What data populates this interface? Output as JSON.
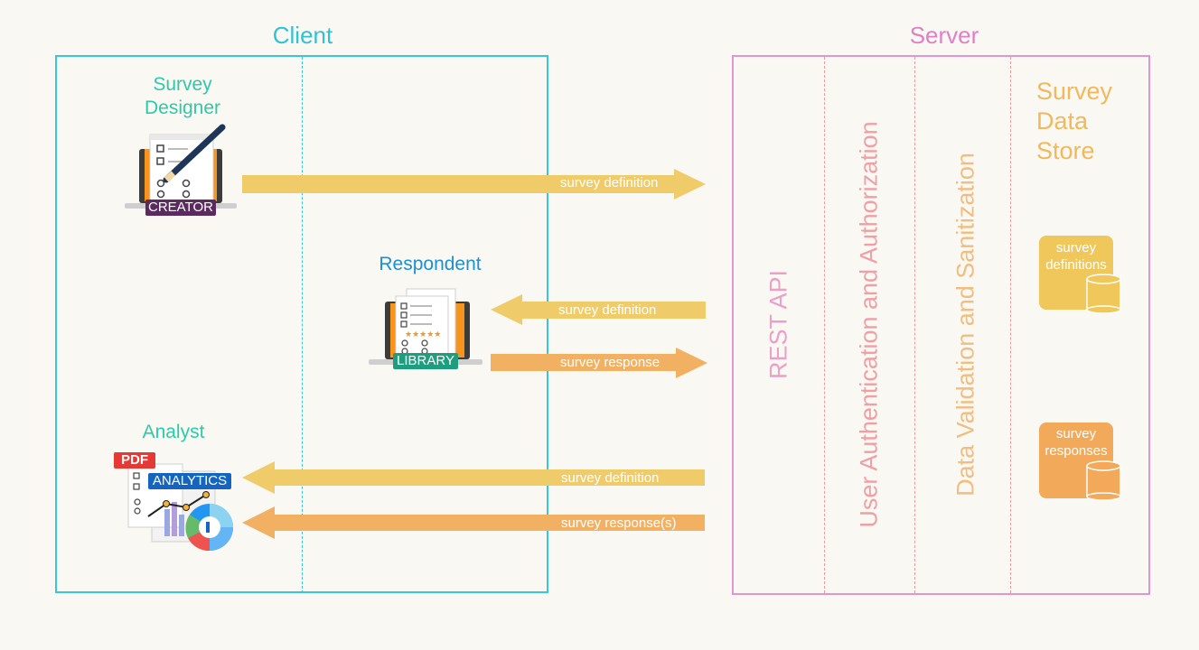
{
  "client": {
    "title": "Client"
  },
  "server": {
    "title": "Server"
  },
  "actors": {
    "designer": {
      "label_line1": "Survey",
      "label_line2": "Designer",
      "badge": "CREATOR"
    },
    "respondent": {
      "label": "Respondent",
      "badge": "LIBRARY"
    },
    "analyst": {
      "label": "Analyst",
      "badge_pdf": "PDF",
      "badge_analytics": "ANALYTICS"
    }
  },
  "flows": [
    {
      "label": "survey definition",
      "direction": "to-server",
      "color": "#efcb6a"
    },
    {
      "label": "survey definition",
      "direction": "to-client",
      "color": "#efcb6a"
    },
    {
      "label": "survey response",
      "direction": "to-server",
      "color": "#f2b063"
    },
    {
      "label": "survey definition",
      "direction": "to-client",
      "color": "#efcb6a"
    },
    {
      "label": "survey response(s)",
      "direction": "to-client",
      "color": "#f2b063"
    }
  ],
  "layers": {
    "rest_api": "REST API",
    "auth": "User Authentication and Authorization",
    "validation": "Data Validation and Sanitization",
    "store_line1": "Survey",
    "store_line2": "Data",
    "store_line3": "Store"
  },
  "stores": [
    {
      "line1": "survey",
      "line2": "definitions",
      "color": "#efc75a"
    },
    {
      "line1": "survey",
      "line2": "responses",
      "color": "#f2a95a"
    }
  ],
  "colors": {
    "client": "#38c6d8",
    "server": "#e195d2",
    "rest_api": "#ec9fc8",
    "auth": "#ef9fa5",
    "validation": "#f1bd80",
    "store": "#f1b85c"
  }
}
